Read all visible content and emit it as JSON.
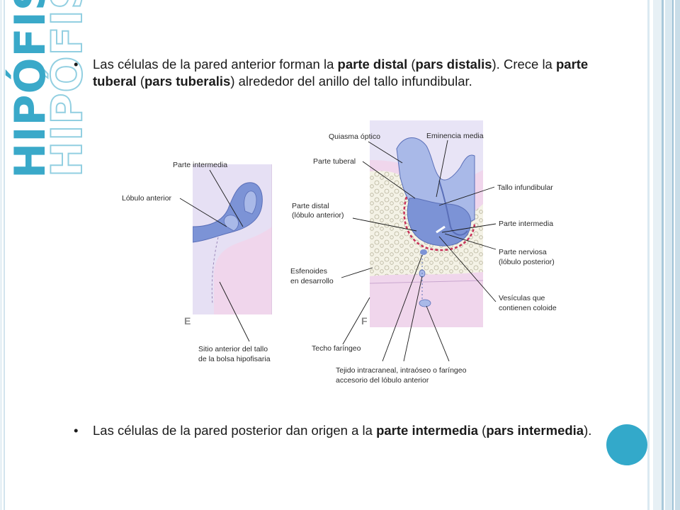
{
  "slide": {
    "title": "HIPÓFISIS",
    "bullet_marker": "•"
  },
  "bullets": {
    "top": {
      "segments": [
        {
          "text": "Las células de la pared anterior forman la ",
          "bold": false
        },
        {
          "text": "parte distal",
          "bold": true
        },
        {
          "text": " (",
          "bold": false
        },
        {
          "text": "pars distalis",
          "bold": true
        },
        {
          "text": "). Crece la ",
          "bold": false
        },
        {
          "text": "parte tuberal",
          "bold": true
        },
        {
          "text": " (",
          "bold": false
        },
        {
          "text": "pars tuberalis",
          "bold": true
        },
        {
          "text": ") alrededor del anillo del tallo infundibular.",
          "bold": false
        }
      ]
    },
    "bottom": {
      "segments": [
        {
          "text": "Las células de la pared posterior dan origen a la ",
          "bold": false
        },
        {
          "text": "parte intermedia",
          "bold": true
        },
        {
          "text": " (",
          "bold": false
        },
        {
          "text": "pars intermedia",
          "bold": true
        },
        {
          "text": ").",
          "bold": false
        }
      ]
    }
  },
  "figure": {
    "panel_e": {
      "letter": "E",
      "labels": {
        "parte_intermedia": "Parte intermedia",
        "lobulo_anterior": "Lóbulo anterior",
        "sitio_line1": "Sitio anterior del tallo",
        "sitio_line2": "de la bolsa hipofisaria"
      }
    },
    "panel_f": {
      "letter": "F",
      "labels": {
        "quiasma_optico": "Quiasma óptico",
        "eminencia_media": "Eminencia media",
        "parte_tuberal": "Parte tuberal",
        "tallo_infundibular": "Tallo infundibular",
        "parte_distal_line1": "Parte distal",
        "parte_distal_line2": "(lóbulo anterior)",
        "parte_intermedia": "Parte intermedia",
        "parte_nerviosa_line1": "Parte nerviosa",
        "parte_nerviosa_line2": "(lóbulo posterior)",
        "esfenoides_line1": "Esfenoides",
        "esfenoides_line2": "en desarrollo",
        "vesiculas_line1": "Vesículas que",
        "vesiculas_line2": "contienen coloide",
        "techo_faringeo": "Techo faríngeo",
        "tejido_line1": "Tejido intracraneal, intraóseo o faríngeo",
        "tejido_line2": "accesorio del lóbulo anterior"
      }
    },
    "colors": {
      "blue": "#7c93d6",
      "blue_light": "#a9b9e8",
      "pink": "#f0d6ec",
      "lavender": "#e8e4f6",
      "red": "#c8335a",
      "bone": "#f4f2e6"
    }
  },
  "accent_color": "#33a9ca"
}
